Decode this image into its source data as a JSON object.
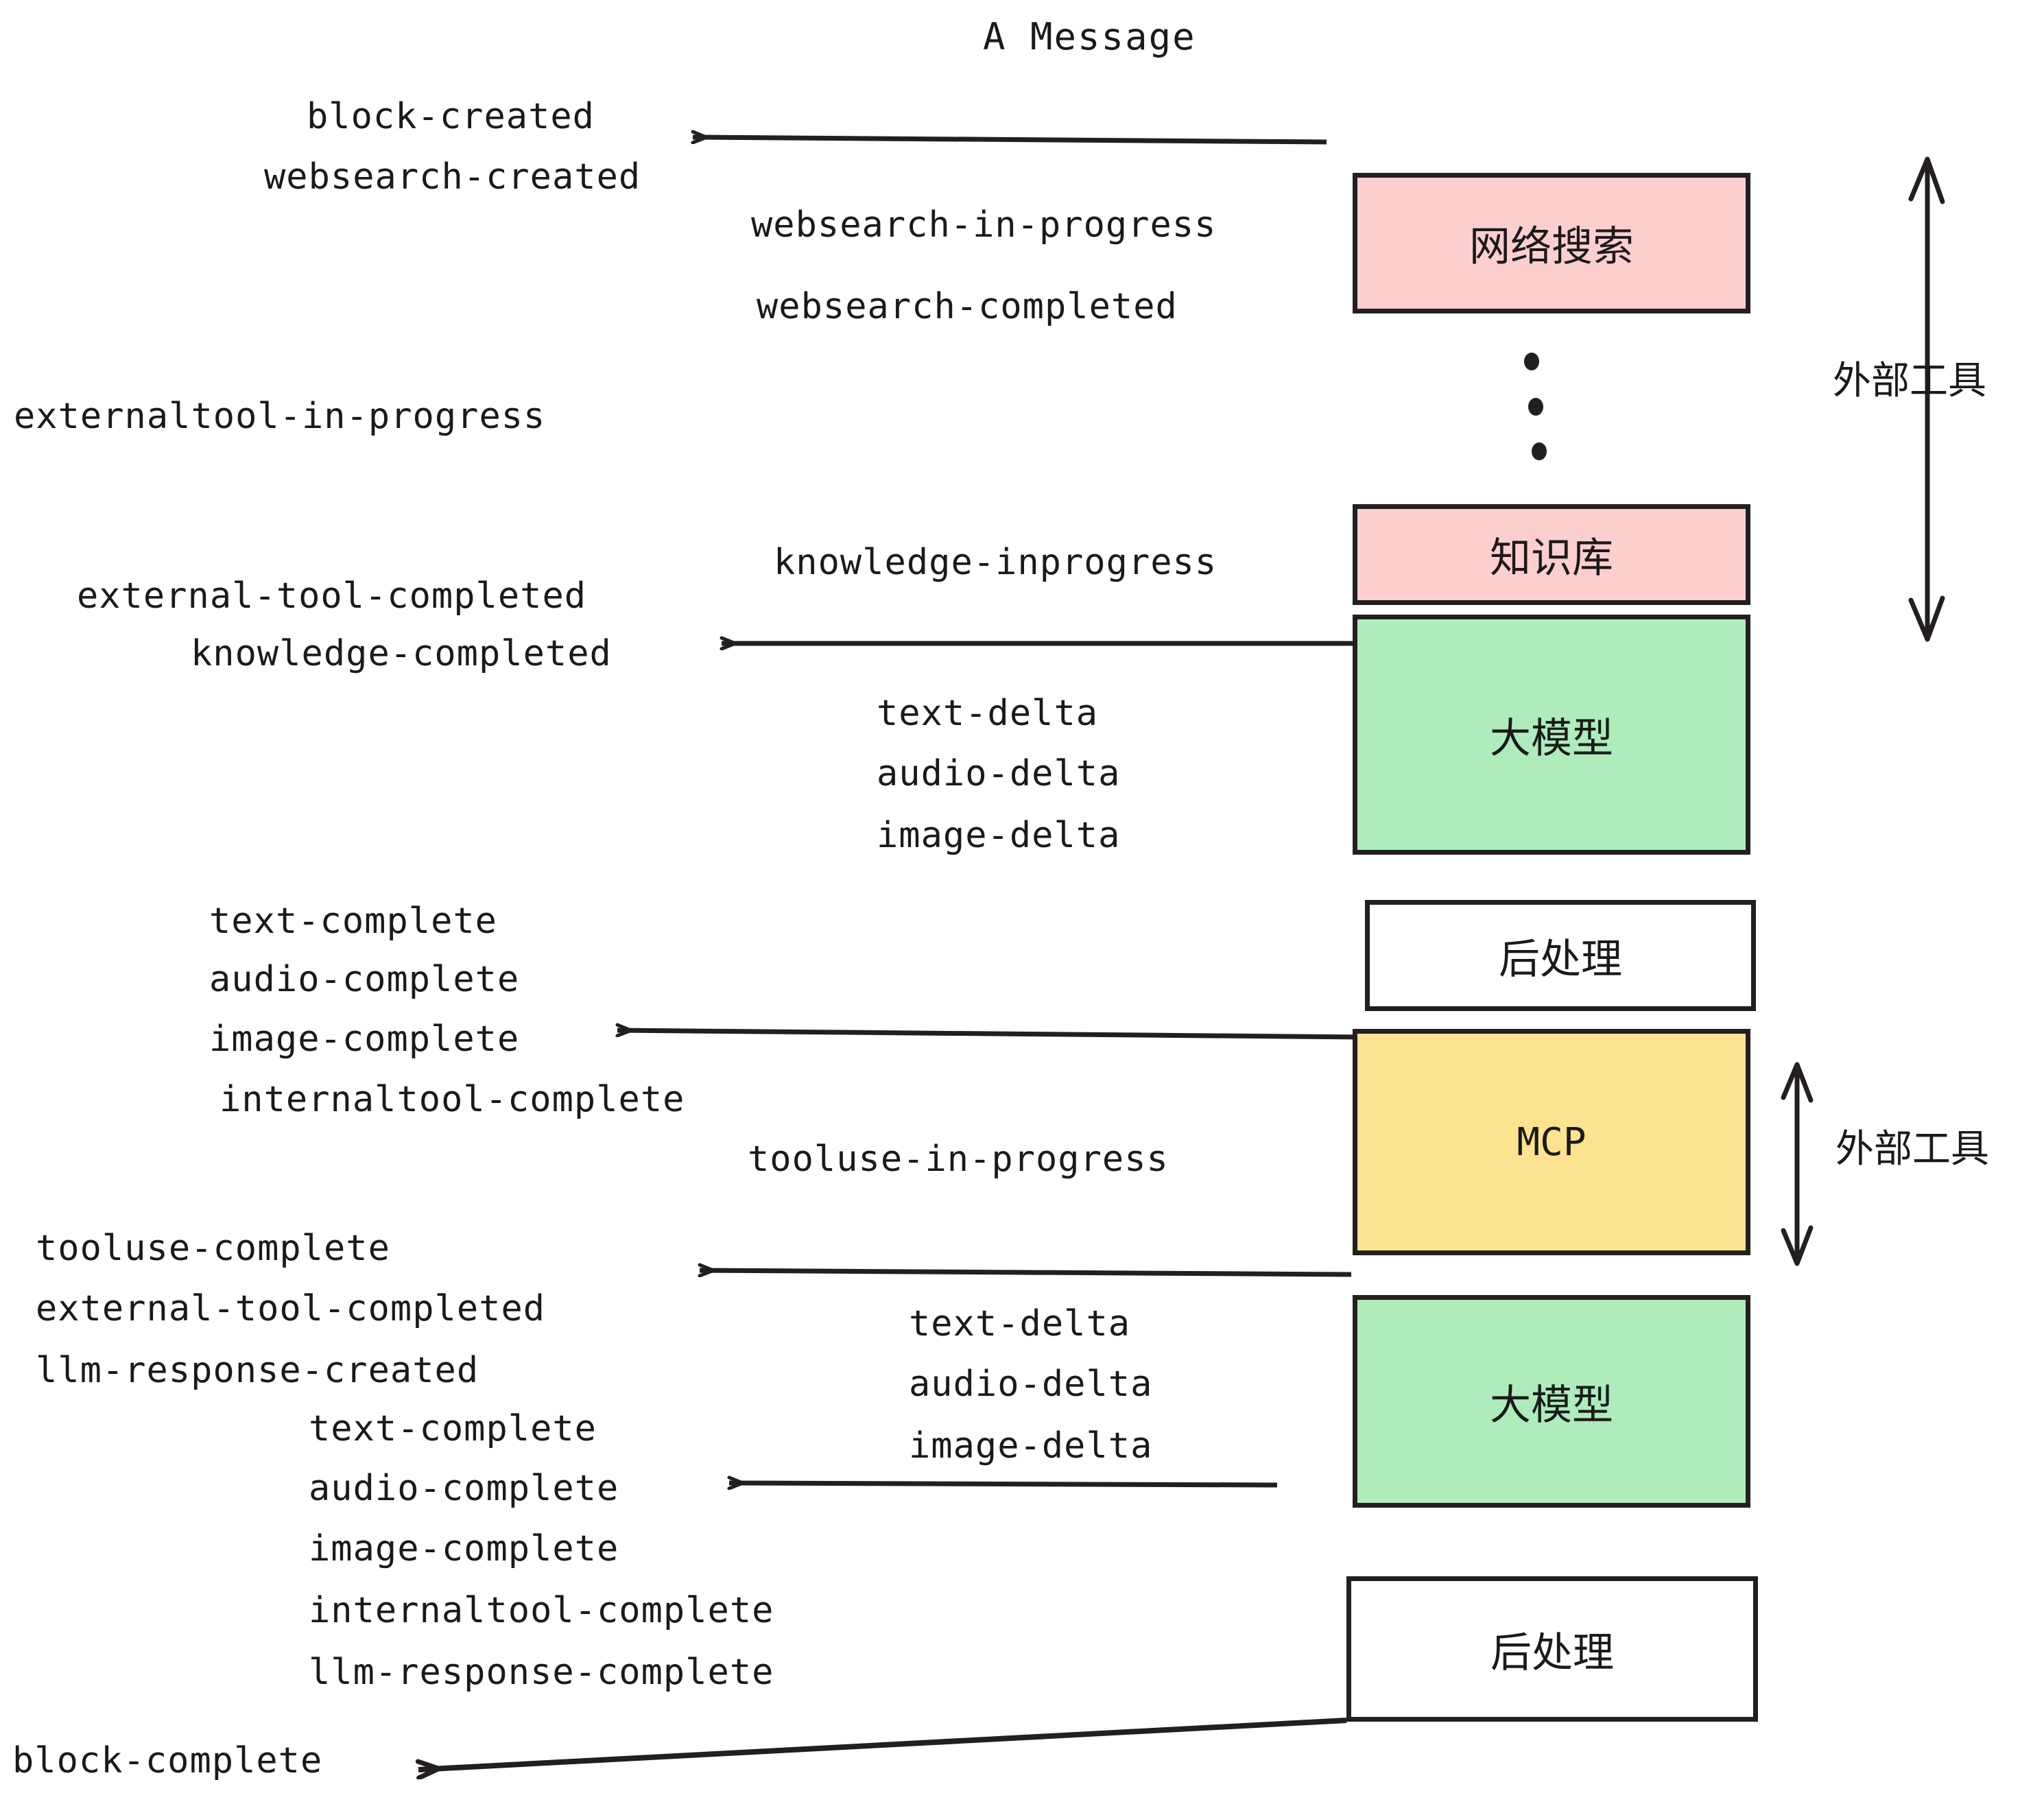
{
  "diagram": {
    "title": "A Message",
    "colors": {
      "pink": "#fccfcf",
      "green": "#aeecbb",
      "yellow": "#fbe38f",
      "white": "#ffffff",
      "stroke": "#231f20",
      "text": "#1a1a1a"
    },
    "nodes": [
      {
        "id": "websearch",
        "label": "网络搜索",
        "fill": "#fccfcf",
        "kind": "cjk"
      },
      {
        "id": "knowledge",
        "label": "知识库",
        "fill": "#fccfcf",
        "kind": "cjk"
      },
      {
        "id": "llm-1",
        "label": "大模型",
        "fill": "#aeecbb",
        "kind": "cjk"
      },
      {
        "id": "post-1",
        "label": "后处理",
        "fill": "#ffffff",
        "kind": "cjk"
      },
      {
        "id": "mcp",
        "label": "MCP",
        "fill": "#fbe38f",
        "kind": "latin"
      },
      {
        "id": "llm-2",
        "label": "大模型",
        "fill": "#aeecbb",
        "kind": "cjk"
      },
      {
        "id": "post-2",
        "label": "后处理",
        "fill": "#ffffff",
        "kind": "cjk"
      }
    ],
    "side_labels": [
      {
        "id": "external-tool-top",
        "label": "外部工具"
      },
      {
        "id": "external-tool-bottom",
        "label": "外部工具"
      }
    ],
    "events": [
      {
        "id": "block-created",
        "label": "block-created"
      },
      {
        "id": "websearch-created",
        "label": "websearch-created"
      },
      {
        "id": "websearch-in-progress",
        "label": "websearch-in-progress"
      },
      {
        "id": "websearch-completed",
        "label": "websearch-completed"
      },
      {
        "id": "externaltool-in-progress",
        "label": "externaltool-in-progress"
      },
      {
        "id": "knowledge-inprogress",
        "label": "knowledge-inprogress"
      },
      {
        "id": "external-tool-completed-1",
        "label": "external-tool-completed"
      },
      {
        "id": "knowledge-completed",
        "label": "knowledge-completed"
      },
      {
        "id": "text-delta-1",
        "label": "text-delta"
      },
      {
        "id": "audio-delta-1",
        "label": "audio-delta"
      },
      {
        "id": "image-delta-1",
        "label": "image-delta"
      },
      {
        "id": "text-complete-1",
        "label": "text-complete"
      },
      {
        "id": "audio-complete-1",
        "label": "audio-complete"
      },
      {
        "id": "image-complete-1",
        "label": "image-complete"
      },
      {
        "id": "internaltool-complete-1",
        "label": "internaltool-complete"
      },
      {
        "id": "tooluse-in-progress",
        "label": "tooluse-in-progress"
      },
      {
        "id": "tooluse-complete",
        "label": "tooluse-complete"
      },
      {
        "id": "external-tool-completed-2",
        "label": "external-tool-completed"
      },
      {
        "id": "llm-response-created",
        "label": "llm-response-created"
      },
      {
        "id": "text-delta-2",
        "label": "text-delta"
      },
      {
        "id": "audio-delta-2",
        "label": "audio-delta"
      },
      {
        "id": "image-delta-2",
        "label": "image-delta"
      },
      {
        "id": "text-complete-2",
        "label": "text-complete"
      },
      {
        "id": "audio-complete-2",
        "label": "audio-complete"
      },
      {
        "id": "image-complete-2",
        "label": "image-complete"
      },
      {
        "id": "internaltool-complete-2",
        "label": "internaltool-complete"
      },
      {
        "id": "llm-response-complete",
        "label": "llm-response-complete"
      },
      {
        "id": "block-complete",
        "label": "block-complete"
      }
    ]
  }
}
